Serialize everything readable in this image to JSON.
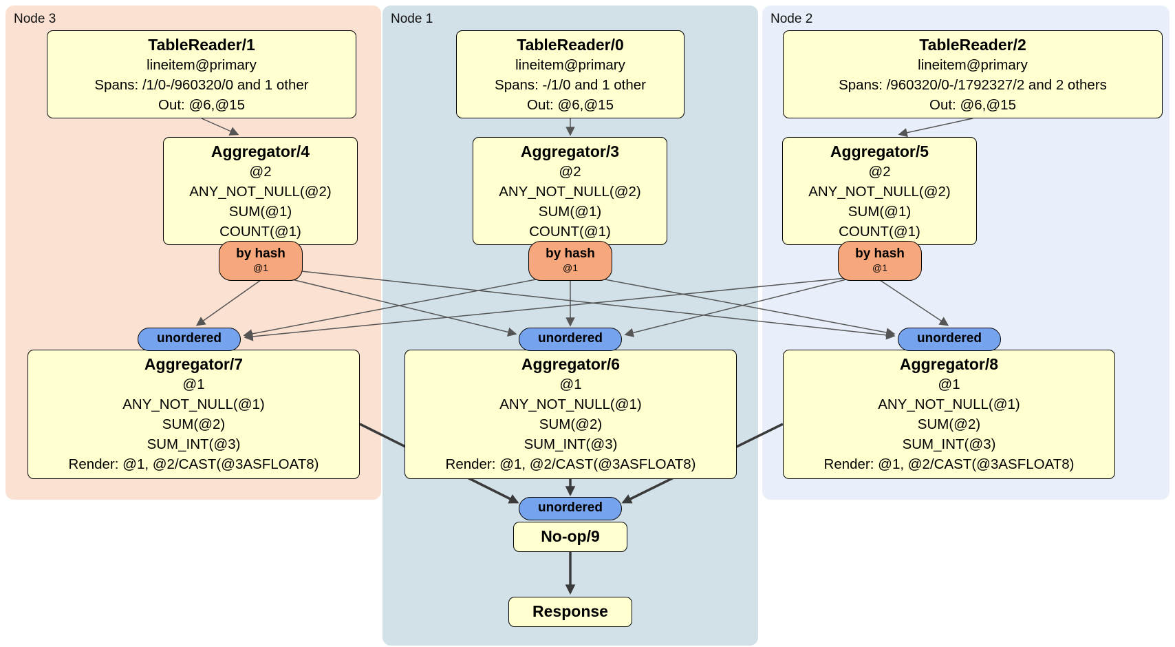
{
  "regions": {
    "node3": {
      "label": "Node 3"
    },
    "node1": {
      "label": "Node 1"
    },
    "node2": {
      "label": "Node 2"
    }
  },
  "processors": {
    "tableReader1": {
      "title": "TableReader/1",
      "lines": [
        "lineitem@primary",
        "Spans: /1/0-/960320/0 and 1 other",
        "Out: @6,@15"
      ]
    },
    "tableReader0": {
      "title": "TableReader/0",
      "lines": [
        "lineitem@primary",
        "Spans: -/1/0 and 1 other",
        "Out: @6,@15"
      ]
    },
    "tableReader2": {
      "title": "TableReader/2",
      "lines": [
        "lineitem@primary",
        "Spans: /960320/0-/1792327/2 and 2 others",
        "Out: @6,@15"
      ]
    },
    "aggregator4": {
      "title": "Aggregator/4",
      "lines": [
        "@2",
        "ANY_NOT_NULL(@2)",
        "SUM(@1)",
        "COUNT(@1)"
      ]
    },
    "aggregator3": {
      "title": "Aggregator/3",
      "lines": [
        "@2",
        "ANY_NOT_NULL(@2)",
        "SUM(@1)",
        "COUNT(@1)"
      ]
    },
    "aggregator5": {
      "title": "Aggregator/5",
      "lines": [
        "@2",
        "ANY_NOT_NULL(@2)",
        "SUM(@1)",
        "COUNT(@1)"
      ]
    },
    "aggregator7": {
      "title": "Aggregator/7",
      "lines": [
        "@1",
        "ANY_NOT_NULL(@1)",
        "SUM(@2)",
        "SUM_INT(@3)",
        "Render: @1, @2/CAST(@3ASFLOAT8)"
      ]
    },
    "aggregator6": {
      "title": "Aggregator/6",
      "lines": [
        "@1",
        "ANY_NOT_NULL(@1)",
        "SUM(@2)",
        "SUM_INT(@3)",
        "Render: @1, @2/CAST(@3ASFLOAT8)"
      ]
    },
    "aggregator8": {
      "title": "Aggregator/8",
      "lines": [
        "@1",
        "ANY_NOT_NULL(@1)",
        "SUM(@2)",
        "SUM_INT(@3)",
        "Render: @1, @2/CAST(@3ASFLOAT8)"
      ]
    },
    "noop9": {
      "title": "No-op/9"
    },
    "response": {
      "title": "Response"
    }
  },
  "routers": {
    "hash4": {
      "label": "by hash",
      "detail": "@1"
    },
    "hash3": {
      "label": "by hash",
      "detail": "@1"
    },
    "hash5": {
      "label": "by hash",
      "detail": "@1"
    }
  },
  "streams": {
    "unordered7": {
      "label": "unordered"
    },
    "unordered6": {
      "label": "unordered"
    },
    "unordered8": {
      "label": "unordered"
    },
    "unordered9": {
      "label": "unordered"
    }
  },
  "colors": {
    "node3_bg": "#fbe1d2",
    "node1_bg": "#d2e0e8",
    "node2_bg": "#e8effa",
    "processor_bg": "#ffffcf",
    "hash_router_bg": "#f6a77b",
    "unordered_sync_bg": "#76a3ee",
    "edge_thin": "#555555",
    "edge_thick": "#3a3a3a"
  }
}
